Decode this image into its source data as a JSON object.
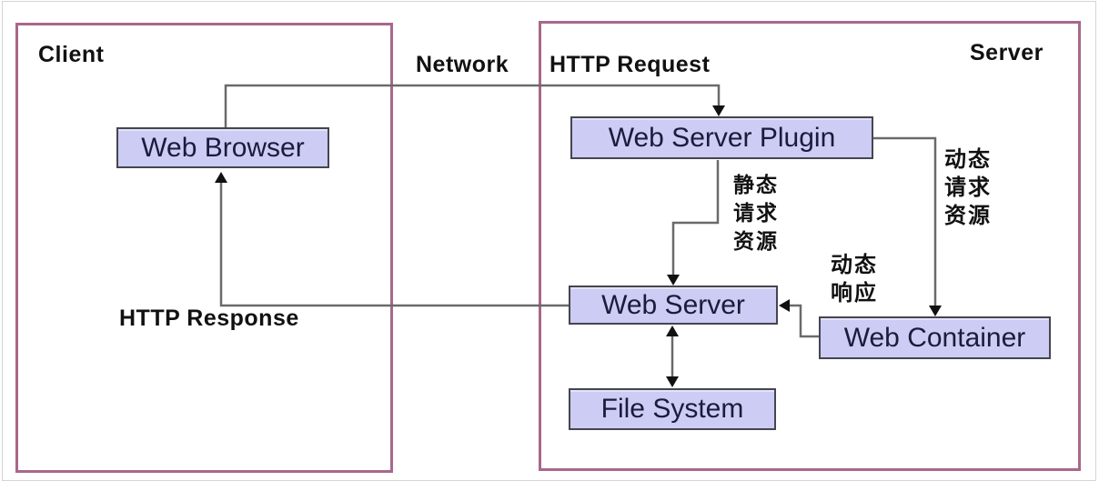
{
  "colors": {
    "region_border": "#a8688a",
    "node_fill": "#ccccf5",
    "node_border": "#45454e",
    "connector": "#6a6a6a",
    "arrow": "#111111",
    "node_text": "#1b1b3a",
    "label_text": "#111111",
    "frame_border": "#d4d4d4",
    "background": "#ffffff"
  },
  "regions": {
    "client": {
      "label": "Client"
    },
    "server": {
      "label": "Server"
    }
  },
  "nodes": {
    "web_browser": {
      "label": "Web Browser"
    },
    "web_server_plugin": {
      "label": "Web Server Plugin"
    },
    "web_server": {
      "label": "Web Server"
    },
    "web_container": {
      "label": "Web Container"
    },
    "file_system": {
      "label": "File System"
    }
  },
  "labels": {
    "network": "Network",
    "http_request": "HTTP Request",
    "http_response": "HTTP Response",
    "static_request": {
      "lines": [
        "静态",
        "请求",
        "资源"
      ]
    },
    "dynamic_request": {
      "lines": [
        "动态",
        "请求",
        "资源"
      ]
    },
    "dynamic_response": {
      "lines": [
        "动态",
        "响应"
      ]
    }
  }
}
